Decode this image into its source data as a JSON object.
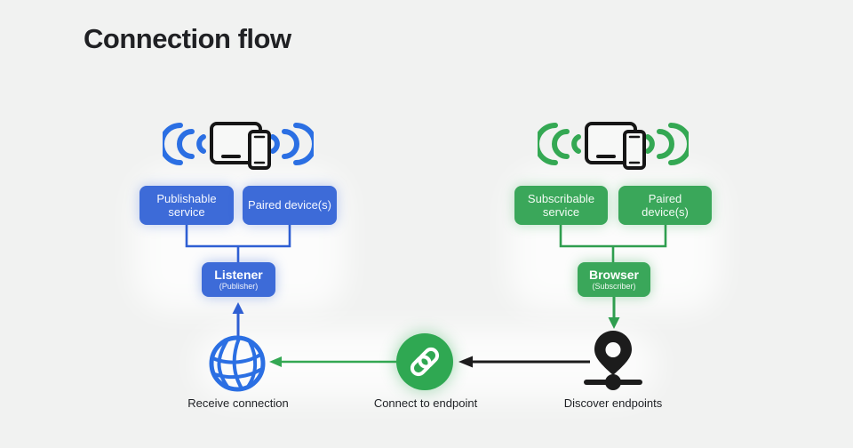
{
  "title": "Connection flow",
  "left_cluster": {
    "service_box": "Publishable service",
    "devices_box": "Paired device(s)",
    "node_title": "Listener",
    "node_subtitle": "(Publisher)",
    "step_label": "Receive connection",
    "accent_color": "#3d6bd8",
    "wifi_color": "#2b6fe3",
    "connector_color": "#2f5fd3"
  },
  "right_cluster": {
    "service_box": "Subscribable service",
    "devices_box": "Paired device(s)",
    "node_title": "Browser",
    "node_subtitle": "(Subscriber)",
    "step_label": "Discover endpoints",
    "accent_color": "#3aa75a",
    "wifi_color": "#34a853",
    "connector_color": "#2f9e4f"
  },
  "center": {
    "step_label": "Connect to endpoint",
    "circle_color": "#2fa852"
  },
  "icons": {
    "left_devices": "tablet-phone-wifi-icon",
    "right_devices": "tablet-phone-wifi-icon",
    "receive": "globe-icon",
    "connect": "link-icon",
    "discover": "map-pin-icon"
  },
  "colors": {
    "background": "#f1f2f1",
    "title_text": "#202124",
    "black": "#1c1c1c",
    "label_text": "#1f2125"
  }
}
